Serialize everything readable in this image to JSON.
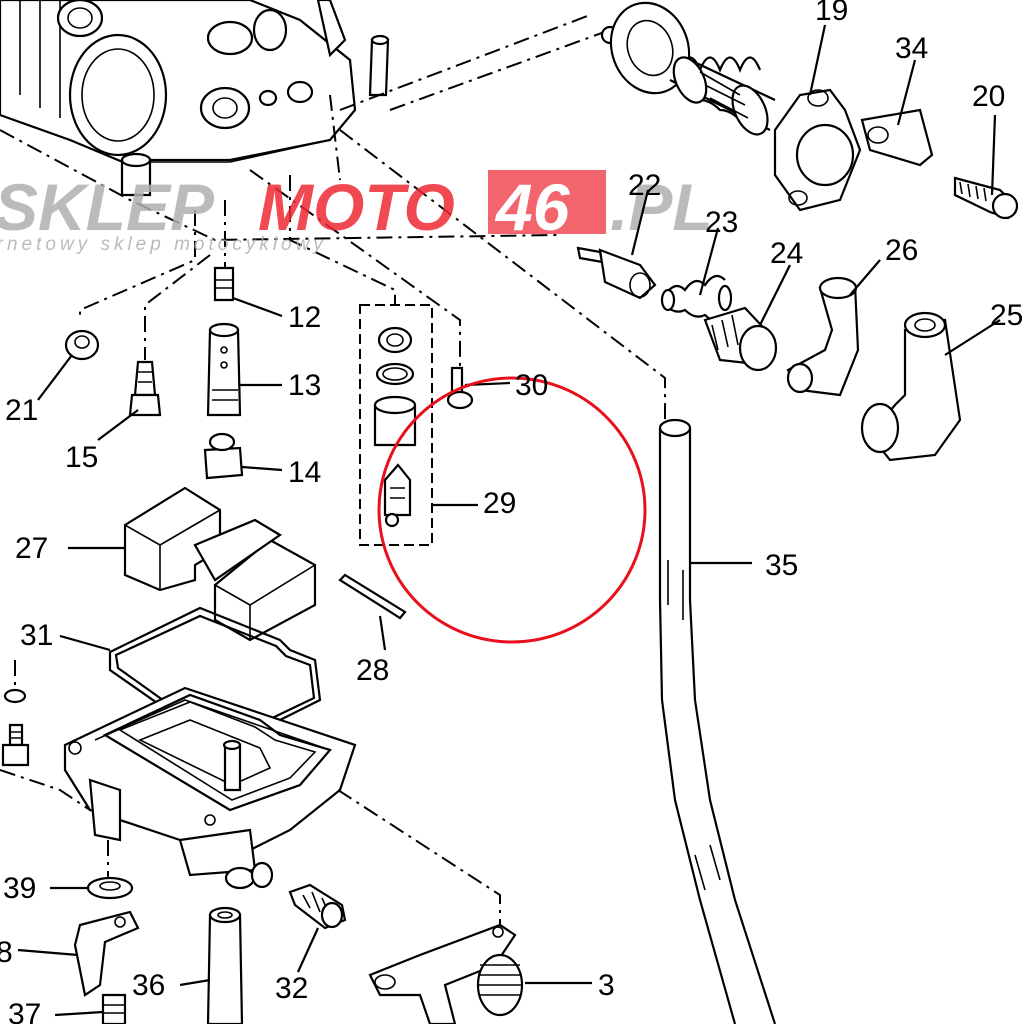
{
  "diagram": {
    "callouts": [
      {
        "id": "c19",
        "text": "19"
      },
      {
        "id": "c34",
        "text": "34"
      },
      {
        "id": "c20",
        "text": "20"
      },
      {
        "id": "c22",
        "text": "22"
      },
      {
        "id": "c23",
        "text": "23"
      },
      {
        "id": "c24",
        "text": "24"
      },
      {
        "id": "c26",
        "text": "26"
      },
      {
        "id": "c25",
        "text": "25"
      },
      {
        "id": "c12",
        "text": "12"
      },
      {
        "id": "c13",
        "text": "13"
      },
      {
        "id": "c14",
        "text": "14"
      },
      {
        "id": "c21",
        "text": "21"
      },
      {
        "id": "c15",
        "text": "15"
      },
      {
        "id": "c30",
        "text": "30"
      },
      {
        "id": "c29",
        "text": "29"
      },
      {
        "id": "c27",
        "text": "27"
      },
      {
        "id": "c35",
        "text": "35"
      },
      {
        "id": "c31",
        "text": "31"
      },
      {
        "id": "c28",
        "text": "28"
      },
      {
        "id": "c39",
        "text": "39"
      },
      {
        "id": "c8",
        "text": "8"
      },
      {
        "id": "c36",
        "text": "36"
      },
      {
        "id": "c32",
        "text": "32"
      },
      {
        "id": "c3",
        "text": "3"
      },
      {
        "id": "c37",
        "text": "37"
      }
    ]
  },
  "watermark": {
    "brand_part1": "SKLEP",
    "brand_part2": "MOTO",
    "brand_part3": "46",
    "brand_part4": ".PL",
    "tagline": "internetowy sklep motocyklowy"
  },
  "colors": {
    "line": "#000000",
    "highlight_circle": "#e8101c",
    "watermark_red": "#ee2a35",
    "watermark_gray": "#b0b0b0"
  }
}
